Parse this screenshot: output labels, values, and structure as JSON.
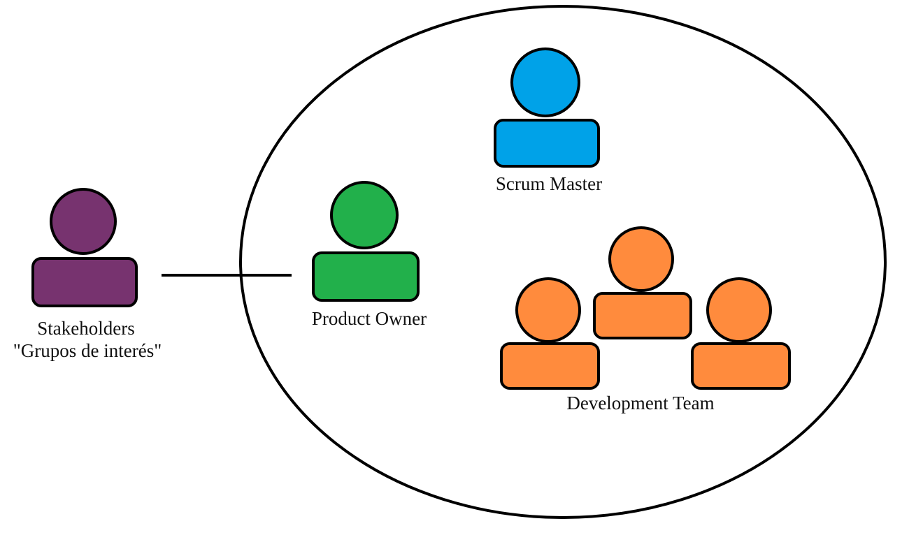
{
  "colors": {
    "stakeholders": "#77336f",
    "product_owner": "#22b04b",
    "scrum_master": "#00a2e8",
    "development_team": "#ff8b3d",
    "outline": "#000000",
    "background": "#ffffff"
  },
  "roles": {
    "stakeholders": {
      "label_line1": "Stakeholders",
      "label_line2": "\"Grupos de interés\""
    },
    "product_owner": {
      "label": "Product Owner"
    },
    "scrum_master": {
      "label": "Scrum Master"
    },
    "development_team": {
      "label": "Development Team"
    }
  }
}
